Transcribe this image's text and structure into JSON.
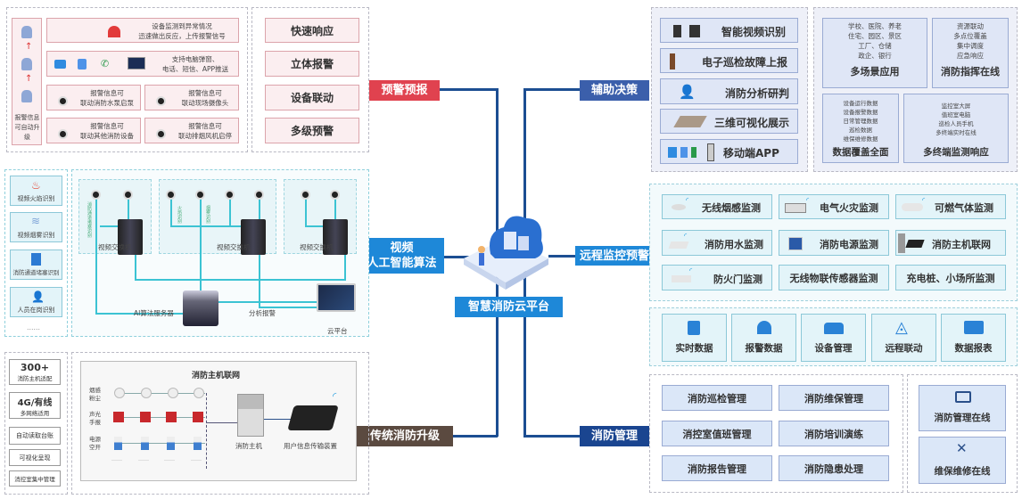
{
  "center": {
    "title": "智慧消防云平台"
  },
  "labels": {
    "warning": "预警预报",
    "video_ai": "视频\n人工智能算法",
    "traditional": "传统消防升级",
    "decision": "辅助决策",
    "remote": "远程监控预警",
    "management": "消防管理"
  },
  "warning": {
    "escalation": "报警信息可自动升级",
    "rows": [
      "设备监测到异常情况\n迅速做出反应，上传报警信号",
      "支持电脑弹窗、\n电话、短信、APP推送"
    ],
    "linkages": [
      "报警信息可\n联动消防水泵启泵",
      "报警信息可\n联动现场摄像头",
      "报警信息可\n联动其他消防设备",
      "报警信息可\n联动排烟风机启停"
    ],
    "features": [
      "快速响应",
      "立体报警",
      "设备联动",
      "多级预警"
    ]
  },
  "video": {
    "recognitions": [
      "视频火焰识别",
      "视频烟雾识别",
      "消防通道堵塞识别",
      "人员在岗识别",
      "……"
    ],
    "switch_label": "视频交换机",
    "vertical_labels": [
      "消防通道堵塞识别",
      "火焰识别",
      "烟雾识别"
    ],
    "server": "AI算法服务器",
    "analysis": "分析报警",
    "cloud": "云平台"
  },
  "traditional": {
    "features": [
      {
        "big": "300+",
        "small": "消防主机适配"
      },
      {
        "big": "4G/有线",
        "small": "多网络适用"
      },
      {
        "big": "",
        "small": "自动读取台账"
      },
      {
        "big": "",
        "small": "可视化呈现"
      },
      {
        "big": "",
        "small": "消控室集中管理"
      }
    ],
    "network_title": "消防主机联网",
    "device_rows": [
      "烟感\n粉尘",
      "声光\n手报",
      "电源\n空开"
    ],
    "dots": "……",
    "host": "消防主机",
    "transmitter": "用户信息传输装置"
  },
  "decision": {
    "items": [
      "智能视频识别",
      "电子巡检故障上报",
      "消防分析研判",
      "三维可视化展示",
      "移动端APP"
    ],
    "boxes": [
      {
        "lines": [
          "学校、医院、养老",
          "住宅、园区、景区",
          "工厂、仓储",
          "政企、银行"
        ],
        "title": "多场景应用"
      },
      {
        "lines": [
          "资源联动",
          "多点位覆盖",
          "集中调度",
          "应急响应"
        ],
        "title": "消防指挥在线"
      },
      {
        "lines": [
          "设备运行数据",
          "设备报警数据",
          "日常管理数据",
          "巡检数据",
          "维保维修数据"
        ],
        "title": "数据覆盖全面"
      },
      {
        "lines": [
          "监控室大屏",
          "值班室电脑",
          "巡检人员手机",
          "多终端实时在线"
        ],
        "title": "多终端监测响应"
      }
    ]
  },
  "remote": {
    "monitors": [
      "无线烟感监测",
      "电气火灾监测",
      "可燃气体监测",
      "消防用水监测",
      "消防电源监测",
      "消防主机联网",
      "防火门监测",
      "无线物联传感器监测",
      "充电桩、小场所监测"
    ],
    "data": [
      "实时数据",
      "报警数据",
      "设备管理",
      "远程联动",
      "数据报表"
    ]
  },
  "management": {
    "items": [
      "消防巡检管理",
      "消防维保管理",
      "消控室值班管理",
      "消防培训演练",
      "消防报告管理",
      "消防隐患处理"
    ],
    "online": [
      "消防管理在线",
      "维保维修在线"
    ]
  },
  "colors": {
    "red": "#e0424f",
    "blue": "#1e88d8",
    "brown": "#5b4a40",
    "navy": "#1a4590",
    "indigo": "#3b5fab"
  }
}
